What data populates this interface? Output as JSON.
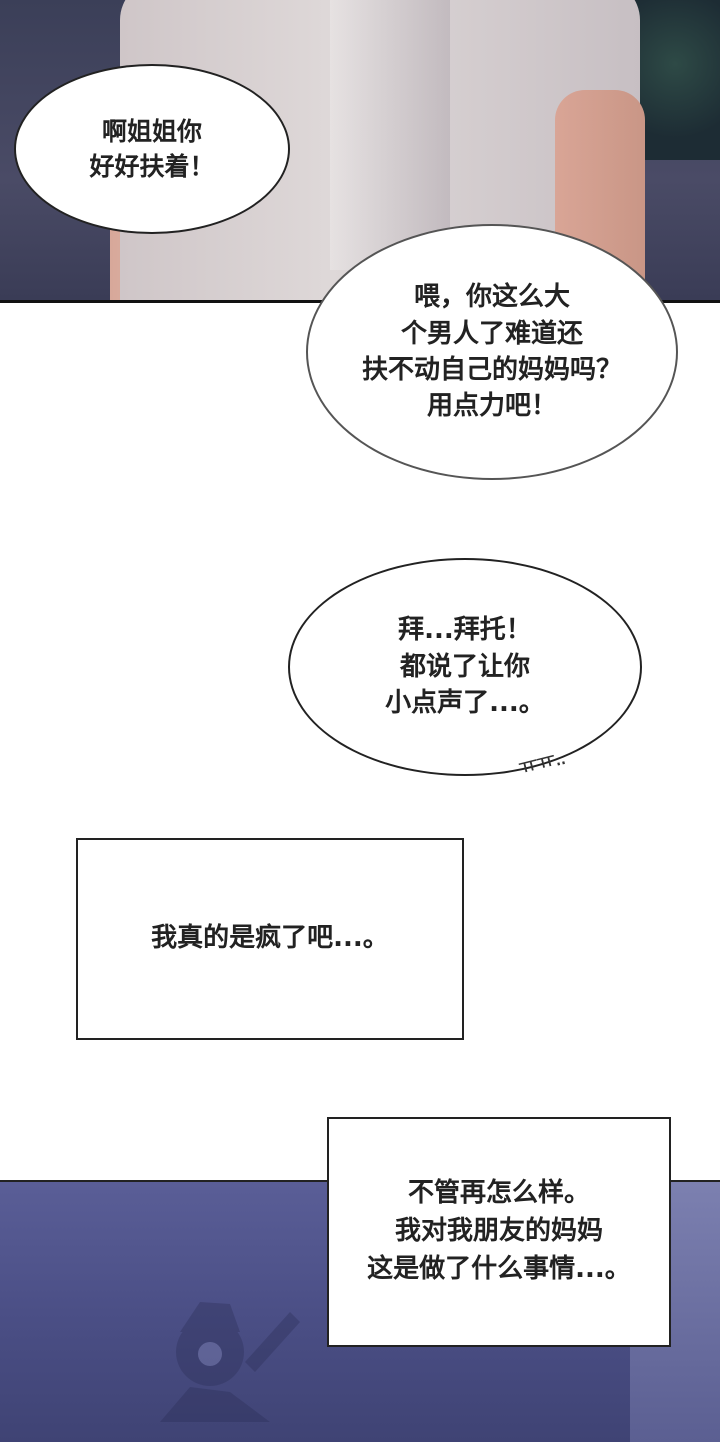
{
  "bubbles": {
    "b1": [
      "啊姐姐你",
      "好好扶着！"
    ],
    "b2": [
      "喂，你这么大",
      "个男人了难道还",
      "扶不动自己的妈妈吗？",
      "用点力吧！"
    ],
    "b3": [
      "拜...拜托！",
      "都说了让你",
      "小点声了...。"
    ]
  },
  "sfx": "ㅠㅠ..",
  "captions": {
    "c1": [
      "我真的是疯了吧...。"
    ],
    "c2": [
      "不管再怎么样。",
      "我对我朋友的妈妈",
      "这是做了什么事情...。"
    ]
  },
  "colors": {
    "top_panel_bg": "#3b3f58",
    "bottom_panel_bg": "#5a5e97",
    "skin": "#dcae9f",
    "shirt": "#d6cfd1"
  }
}
